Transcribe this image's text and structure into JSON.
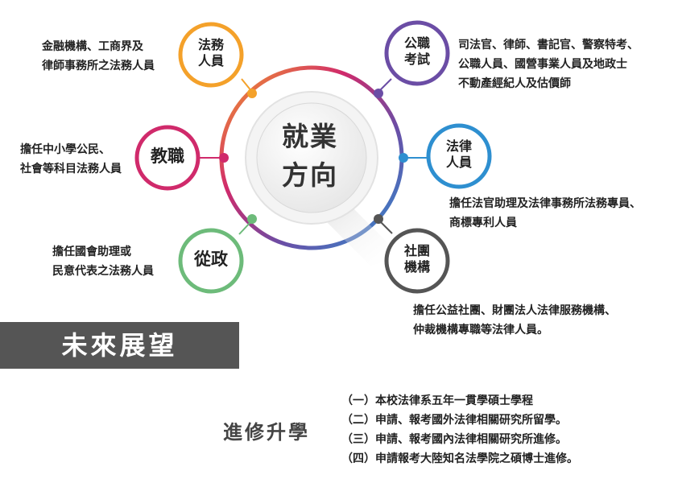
{
  "center": {
    "line1": "就業",
    "line2": "方向"
  },
  "nodes": [
    {
      "id": "legal-affairs",
      "line1": "法務",
      "line2": "人員",
      "color": "#F4A12A",
      "desc": [
        "金融機構、工商界及",
        "律師事務所之法務人員"
      ]
    },
    {
      "id": "civil-exam",
      "line1": "公職",
      "line2": "考試",
      "color": "#6B4DA5",
      "desc": [
        "司法官、律師、書記官、警察特考、",
        "公職人員、國營事業人員及地政士",
        "不動產經紀人及估價師"
      ]
    },
    {
      "id": "teaching",
      "line1": "教職",
      "line2": "",
      "color": "#D02A6B",
      "desc": [
        "擔任中小學公民、",
        "社會等科目法務人員"
      ]
    },
    {
      "id": "legal-staff",
      "line1": "法律",
      "line2": "人員",
      "color": "#2E8FD0",
      "desc": [
        "擔任法官助理及法律事務所法務專員、",
        "商標專利人員"
      ]
    },
    {
      "id": "politics",
      "line1": "從政",
      "line2": "",
      "color": "#6DBB7A",
      "desc": [
        "擔任國會助理或",
        "民意代表之法務人員"
      ]
    },
    {
      "id": "organizations",
      "line1": "社團",
      "line2": "機構",
      "color": "#555555",
      "desc": [
        "擔任公益社團、財團法人法律服務機構、",
        "仲裁機構專職等法律人員。"
      ]
    }
  ],
  "future": {
    "banner": "未來展望"
  },
  "study": {
    "title": "進修升學",
    "items": [
      "（一）本校法律系五年一貫學碩士學程",
      "（二）申請、報考國外法律相關研究所留學。",
      "（三）申請、報考國內法律相關研究所進修。",
      "（四）申請報考大陸知名法學院之碩博士進修。"
    ]
  }
}
